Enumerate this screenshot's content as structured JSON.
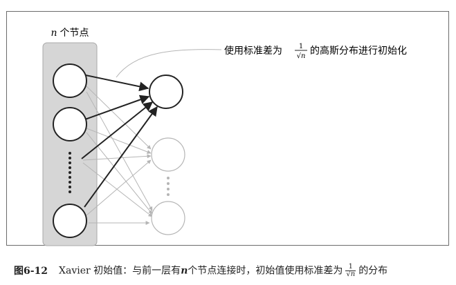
{
  "diagram": {
    "group_label_var": "n",
    "group_label_text": "个节点",
    "annotation_text_before": "使用标准差为",
    "annotation_frac_num": "1",
    "annotation_frac_den": "√n",
    "annotation_text_after": "的高斯分布进行初始化",
    "input_ellipsis": "⋮",
    "output_ellipsis": "⋮"
  },
  "caption": {
    "figure_number": "图6-12",
    "text_part1": "Xavier 初始值：与前一层有",
    "var": "n",
    "text_part2": "个节点连接时，初始值使用标准差为",
    "frac_num": "1",
    "frac_den": "√n",
    "text_part3": "的分布"
  },
  "colors": {
    "node_active": "#222222",
    "node_inactive": "#b5b5b5",
    "group_fill": "#d6d6d6",
    "group_stroke": "#a8a8a8"
  }
}
